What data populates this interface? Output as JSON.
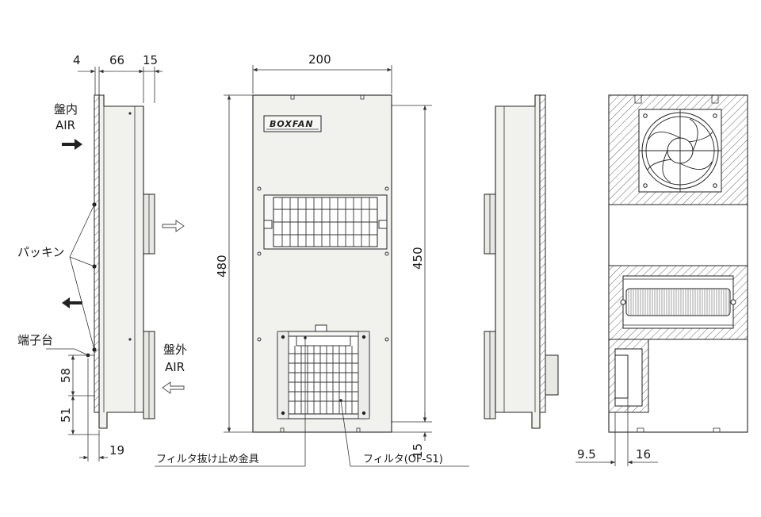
{
  "brand": "BOXFAN",
  "labels": {
    "inside_air": [
      "盤内",
      "AIR"
    ],
    "outside_air": [
      "盤外",
      "AIR"
    ],
    "gasket": "パッキン",
    "terminal": "端子台",
    "filter_fitting": "フィルタ抜け止め金具",
    "filter": "フィルタ(OF-S1)"
  },
  "dimensions": {
    "side_top": [
      "4",
      "66",
      "15"
    ],
    "front_width": "200",
    "front_height": "480",
    "inner_height": "450",
    "bottom_offset": "15",
    "side_left_58": "58",
    "side_left_51": "51",
    "side_bottom_19": "19",
    "rear_9_5": "9.5",
    "rear_16": "16"
  }
}
